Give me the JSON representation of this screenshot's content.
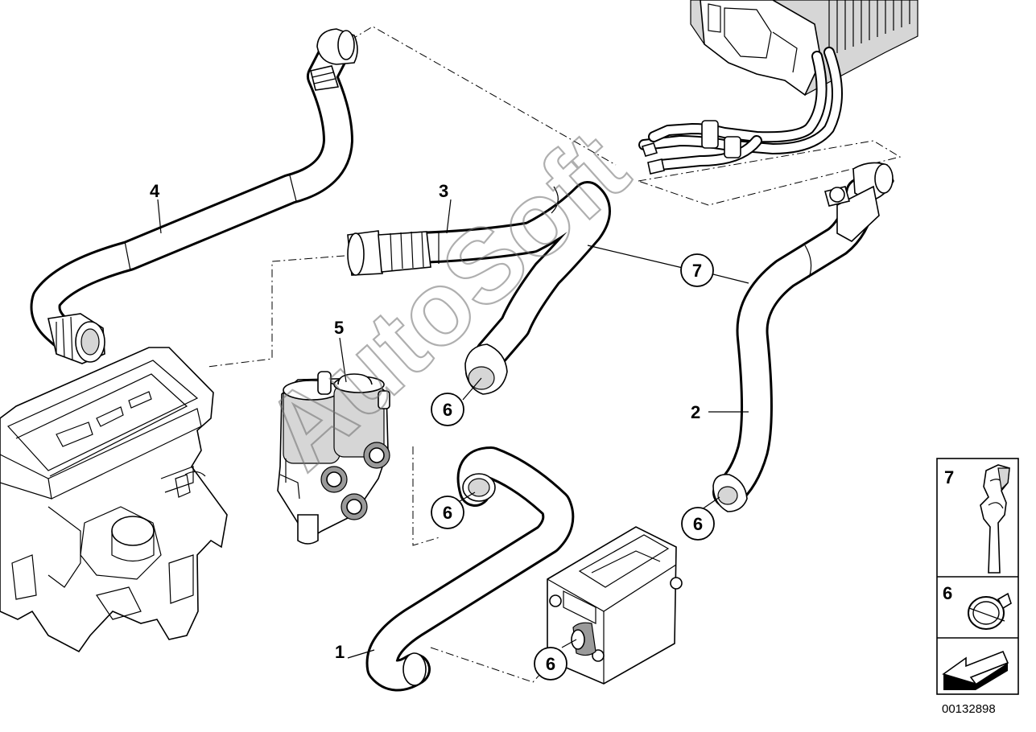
{
  "diagram": {
    "doc_number": "00132898",
    "watermark": "AutoSoft",
    "callouts": [
      {
        "id": "callout-1",
        "label": "1",
        "circled": false
      },
      {
        "id": "callout-2",
        "label": "2",
        "circled": false
      },
      {
        "id": "callout-3",
        "label": "3",
        "circled": false
      },
      {
        "id": "callout-4",
        "label": "4",
        "circled": false
      },
      {
        "id": "callout-5",
        "label": "5",
        "circled": false
      },
      {
        "id": "callout-6a",
        "label": "6",
        "circled": true
      },
      {
        "id": "callout-6b",
        "label": "6",
        "circled": true
      },
      {
        "id": "callout-6c",
        "label": "6",
        "circled": true
      },
      {
        "id": "callout-6d",
        "label": "6",
        "circled": true
      },
      {
        "id": "callout-7",
        "label": "7",
        "circled": true
      }
    ],
    "legend": [
      {
        "label": "7",
        "part": "clip-holder"
      },
      {
        "label": "6",
        "part": "hose-clamp"
      }
    ]
  }
}
